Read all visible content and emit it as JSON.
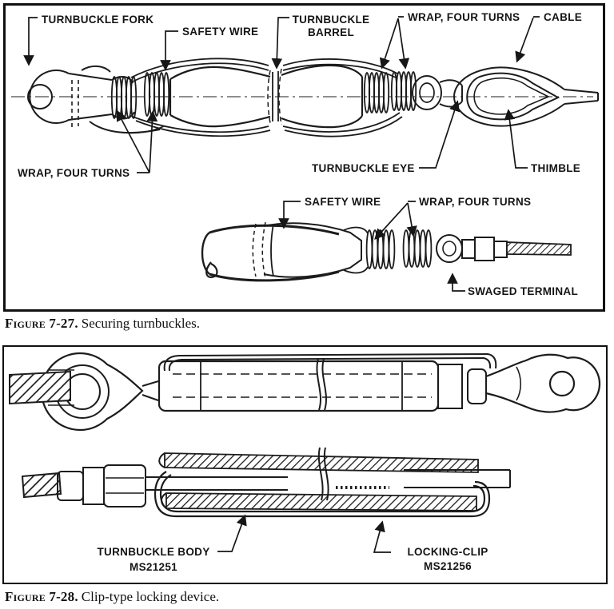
{
  "figure1": {
    "caption_label": "Figure 7-27.",
    "caption_text": "Securing turnbuckles.",
    "labels": {
      "turnbuckle_fork": "TURNBUCKLE FORK",
      "safety_wire_top": "SAFETY WIRE",
      "turnbuckle_barrel_line1": "TURNBUCKLE",
      "turnbuckle_barrel_line2": "BARREL",
      "wrap_four_turns_top": "WRAP, FOUR TURNS",
      "cable": "CABLE",
      "wrap_four_turns_left": "WRAP, FOUR TURNS",
      "turnbuckle_eye": "TURNBUCKLE EYE",
      "thimble": "THIMBLE",
      "safety_wire_bottom": "SAFETY WIRE",
      "wrap_four_turns_bottom": "WRAP, FOUR TURNS",
      "swaged_terminal": "SWAGED TERMINAL"
    }
  },
  "figure2": {
    "caption_label": "Figure 7-28.",
    "caption_text": "Clip-type locking device.",
    "labels": {
      "turnbuckle_body_line1": "TURNBUCKLE BODY",
      "turnbuckle_body_line2": "MS21251",
      "locking_clip_line1": "LOCKING-CLIP",
      "locking_clip_line2": "MS21256"
    }
  },
  "colors": {
    "ink": "#1c1c1c",
    "paper": "#ffffff"
  }
}
